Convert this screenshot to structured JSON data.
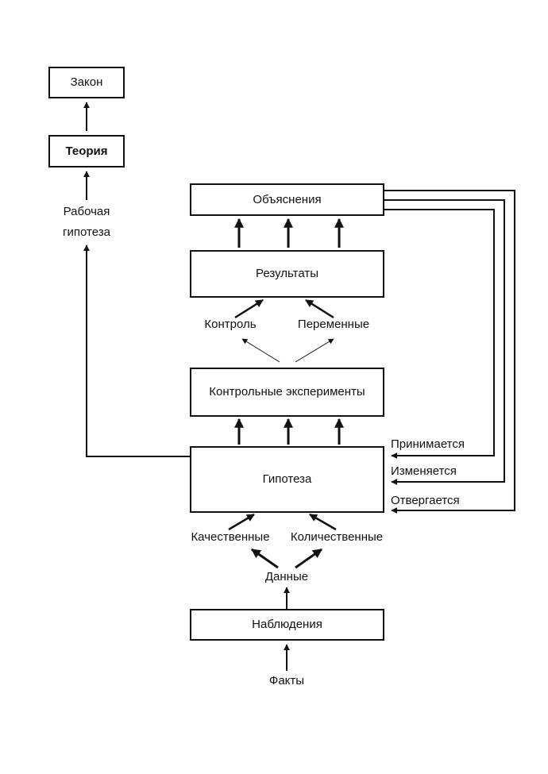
{
  "nodes": {
    "law": "Закон",
    "theory": "Теория",
    "working_hypothesis_line1": "Рабочая",
    "working_hypothesis_line2": "гипотеза",
    "explanations": "Объяснения",
    "results": "Результаты",
    "control": "Контроль",
    "variables": "Переменные",
    "control_experiments": "Контрольные эксперименты",
    "hypothesis": "Гипотеза",
    "accepted": "Принимается",
    "modified": "Изменяется",
    "rejected": "Отвергается",
    "qualitative": "Качественные",
    "quantitative": "Количественные",
    "data": "Данные",
    "observations": "Наблюдения",
    "facts": "Факты"
  }
}
